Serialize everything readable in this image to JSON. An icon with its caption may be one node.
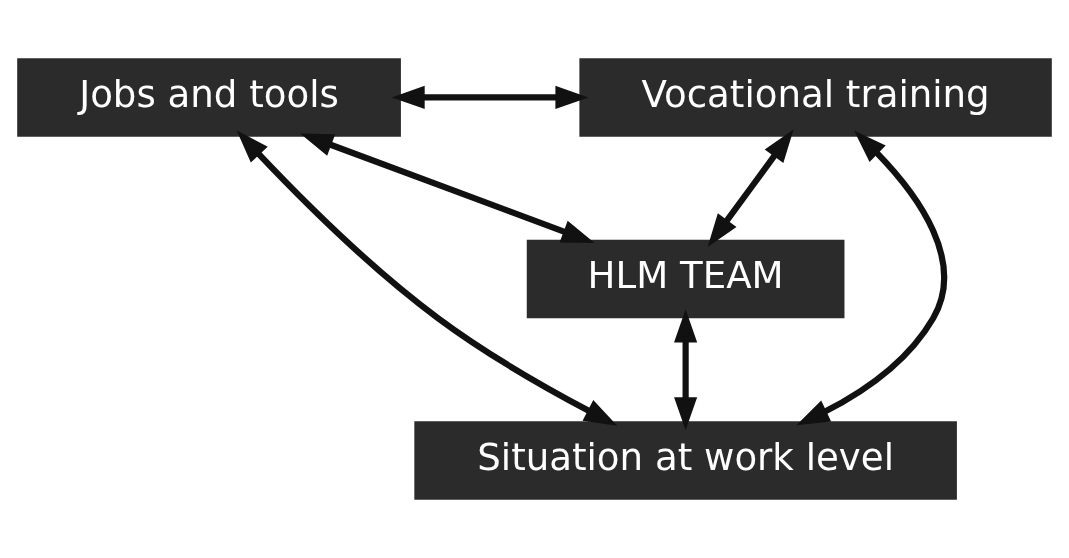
{
  "diagram": {
    "nodes": [
      {
        "text": [
          "Jobs and tools"
        ]
      },
      {
        "text": [
          "Vocational training"
        ]
      },
      {
        "text": [
          "HLM TEAM"
        ]
      },
      {
        "text": [
          "Situation at work level"
        ]
      }
    ],
    "edges": [
      {
        "from": 0,
        "to": 1,
        "arrow": "both"
      },
      {
        "from": 0,
        "to": 2,
        "arrow": "both"
      },
      {
        "from": 1,
        "to": 2,
        "arrow": "both"
      },
      {
        "from": 0,
        "to": 3,
        "arrow": "both"
      },
      {
        "from": 1,
        "to": 3,
        "arrow": "both"
      },
      {
        "from": 2,
        "to": 3,
        "arrow": "both"
      }
    ]
  }
}
